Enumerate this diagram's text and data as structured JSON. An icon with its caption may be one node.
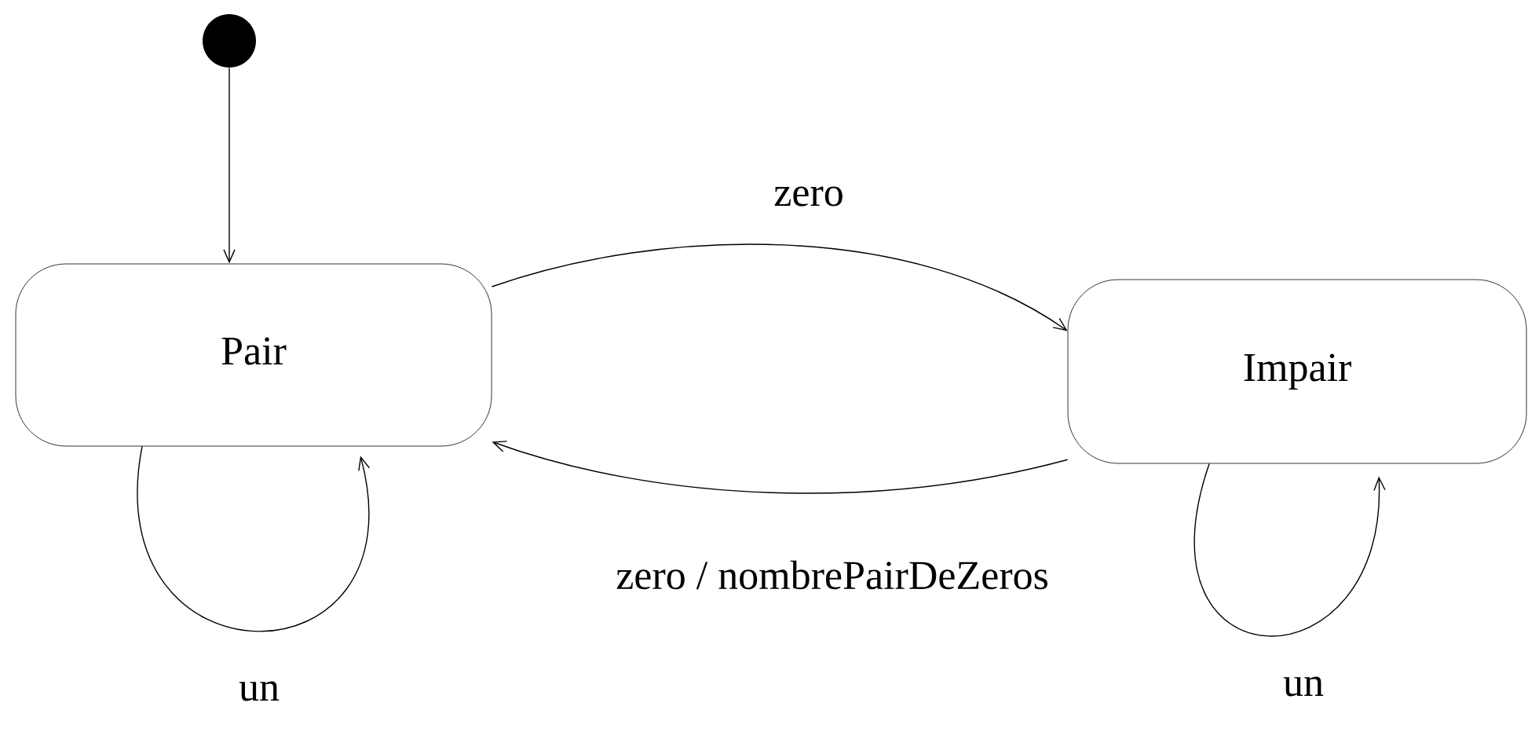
{
  "diagram": {
    "nodes": [
      {
        "text": [],
        "shape": "circle"
      },
      {
        "text": [
          "Pair"
        ]
      },
      {
        "text": [
          "Impair"
        ]
      }
    ],
    "edges": [
      {
        "from": 0,
        "to": 1,
        "arrow": "to"
      },
      {
        "from": 1,
        "to": 2,
        "arrow": "to",
        "label": "zero"
      },
      {
        "from": 2,
        "to": 1,
        "arrow": "to",
        "label": "zero / nombrePairDeZeros"
      },
      {
        "from": 1,
        "to": 1,
        "arrow": "to",
        "label": "un"
      },
      {
        "from": 2,
        "to": 2,
        "arrow": "to",
        "label": "un"
      }
    ]
  }
}
